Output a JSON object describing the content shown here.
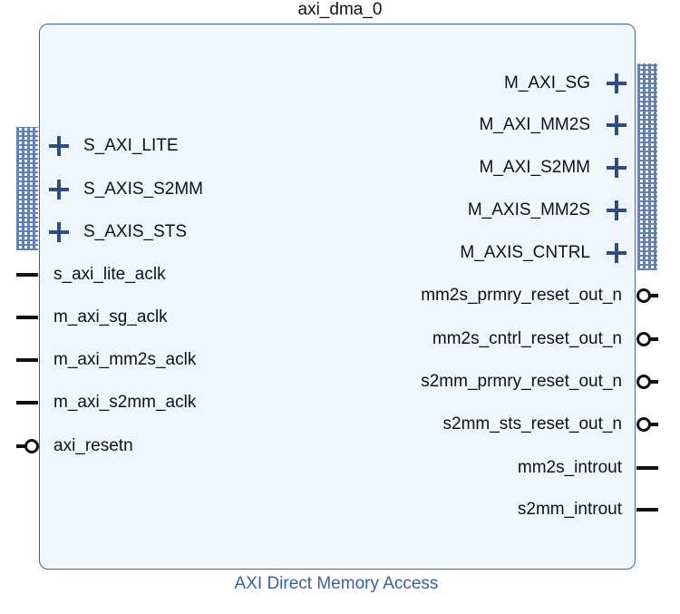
{
  "block": {
    "instance_name": "axi_dma_0",
    "ip_name": "AXI Direct Memory Access"
  },
  "colors": {
    "block_fill": "#f0f6fd",
    "block_border": "#3f63a0",
    "bus_icon": "#2d4c84",
    "ip_name_text": "#3a5fa0"
  },
  "left_ports": [
    {
      "label": "S_AXI_LITE",
      "kind": "bus"
    },
    {
      "label": "S_AXIS_S2MM",
      "kind": "bus"
    },
    {
      "label": "S_AXIS_STS",
      "kind": "bus"
    },
    {
      "label": "s_axi_lite_aclk",
      "kind": "signal"
    },
    {
      "label": "m_axi_sg_aclk",
      "kind": "signal"
    },
    {
      "label": "m_axi_mm2s_aclk",
      "kind": "signal"
    },
    {
      "label": "m_axi_s2mm_aclk",
      "kind": "signal"
    },
    {
      "label": "axi_resetn",
      "kind": "inverted"
    }
  ],
  "right_ports": [
    {
      "label": "M_AXI_SG",
      "kind": "bus"
    },
    {
      "label": "M_AXI_MM2S",
      "kind": "bus"
    },
    {
      "label": "M_AXI_S2MM",
      "kind": "bus"
    },
    {
      "label": "M_AXIS_MM2S",
      "kind": "bus"
    },
    {
      "label": "M_AXIS_CNTRL",
      "kind": "bus"
    },
    {
      "label": "mm2s_prmry_reset_out_n",
      "kind": "inverted"
    },
    {
      "label": "mm2s_cntrl_reset_out_n",
      "kind": "inverted"
    },
    {
      "label": "s2mm_prmry_reset_out_n",
      "kind": "inverted"
    },
    {
      "label": "s2mm_sts_reset_out_n",
      "kind": "inverted"
    },
    {
      "label": "mm2s_introut",
      "kind": "signal"
    },
    {
      "label": "s2mm_introut",
      "kind": "signal"
    }
  ]
}
